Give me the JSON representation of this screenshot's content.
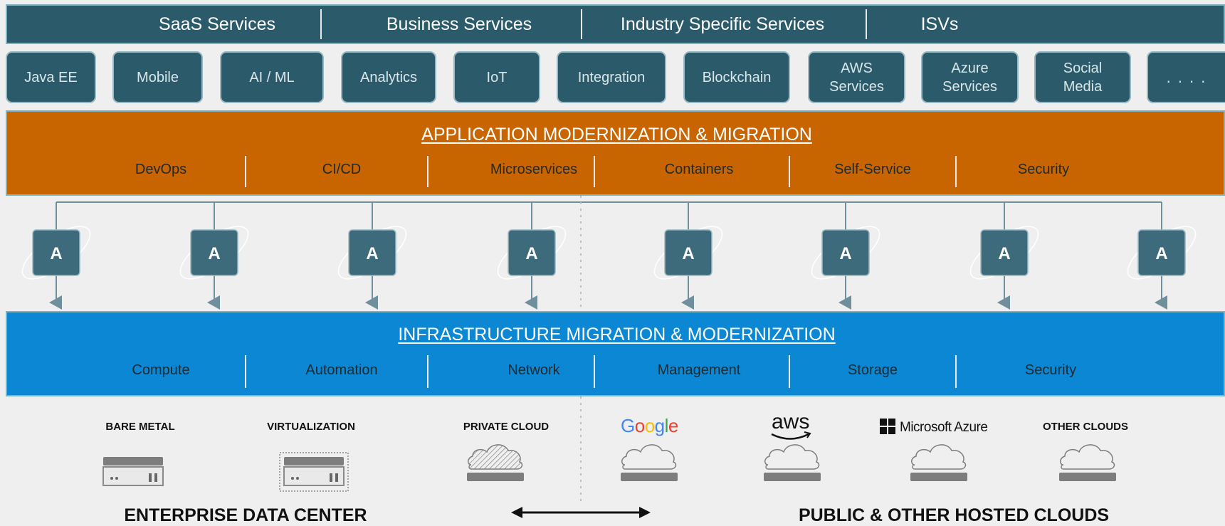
{
  "top_services": [
    "SaaS Services",
    "Business Services",
    "Industry Specific Services",
    "ISVs"
  ],
  "tech_pills": [
    "Java EE",
    "Mobile",
    "AI / ML",
    "Analytics",
    "IoT",
    "Integration",
    "Blockchain",
    "AWS Services",
    "Azure Services",
    "Social Media",
    ". . . ."
  ],
  "app_layer": {
    "title": "APPLICATION MODERNIZATION & MIGRATION",
    "items": [
      "DevOps",
      "CI/CD",
      "Microservices",
      "Containers",
      "Self-Service",
      "Security"
    ]
  },
  "automation_nodes": [
    "A",
    "A",
    "A",
    "A",
    "A",
    "A",
    "A",
    "A"
  ],
  "infra_layer": {
    "title": "INFRASTRUCTURE MIGRATION & MODERNIZATION",
    "items": [
      "Compute",
      "Automation",
      "Network",
      "Management",
      "Storage",
      "Security"
    ]
  },
  "hosting": {
    "bare_metal": "BARE METAL",
    "virtualization": "VIRTUALIZATION",
    "private_cloud": "PRIVATE CLOUD",
    "google": "Google",
    "aws": "aws",
    "azure": "Microsoft Azure",
    "other_clouds": "OTHER CLOUDS"
  },
  "footer": {
    "left_title": "ENTERPRISE DATA CENTER",
    "right_title": "PUBLIC & OTHER HOSTED CLOUDS"
  },
  "colors": {
    "dark_teal": "#2b5b6b",
    "orange": "#c96500",
    "blue": "#0b87d3",
    "google_blue": "#4285f4",
    "google_red": "#ea4335",
    "google_yellow": "#fbbc05",
    "google_green": "#34a853"
  }
}
